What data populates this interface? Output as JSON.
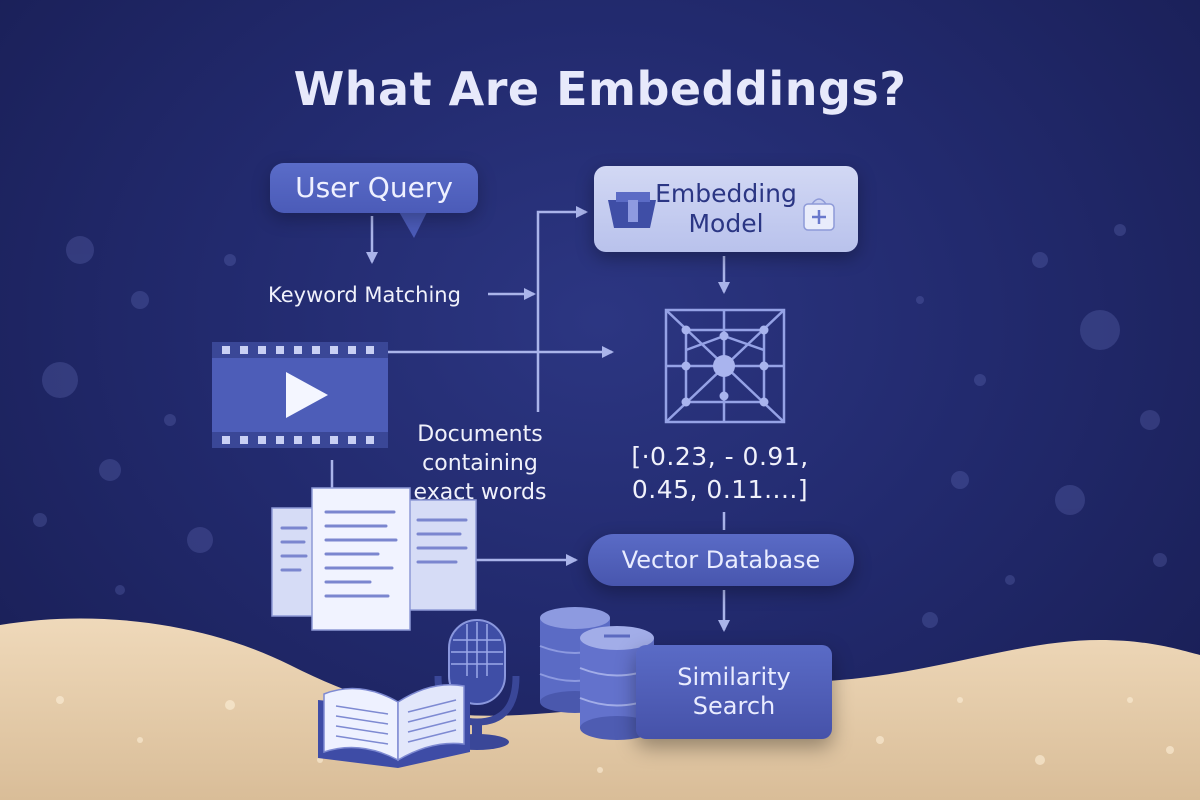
{
  "title": "What Are Embeddings?",
  "nodes": {
    "user_query": "User Query",
    "keyword_matching": "Keyword Matching",
    "embedding_model_line1": "Embedding",
    "embedding_model_line2": "Model",
    "documents_line1": "Documents",
    "documents_line2": "containing",
    "documents_line3": "exact words",
    "vector_line1": "[·0.23, - 0.91,",
    "vector_line2": "0.45, 0.11....]",
    "vector_database": "Vector Database",
    "similarity_line1": "Similarity",
    "similarity_line2": "Search"
  },
  "icons": {
    "model_left": "model-logo-icon",
    "model_right": "medical-bag-icon",
    "network": "neural-network-icon",
    "video": "video-film-icon",
    "documents": "document-stack-icon",
    "database": "database-cylinders-icon",
    "microphone": "microphone-icon",
    "book": "open-book-icon"
  },
  "colors": {
    "background": "#222a6e",
    "accent": "#5a6cc8",
    "light_panel": "#c8cff0",
    "sand": "#e8cfae"
  }
}
